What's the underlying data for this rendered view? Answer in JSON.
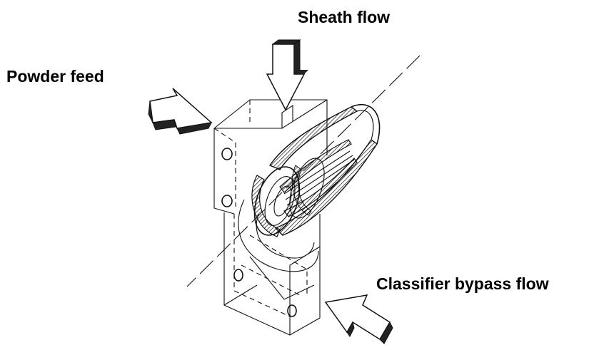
{
  "labels": {
    "sheath_flow": "Sheath flow",
    "powder_feed": "Powder feed",
    "classifier_bypass_flow": "Classifier bypass flow"
  },
  "icons": {
    "sheath_arrow": "down-arrow-icon",
    "powder_arrow": "right-arrow-icon",
    "bypass_arrow": "up-left-arrow-icon"
  },
  "colors": {
    "text": "#000000",
    "line": "#111111",
    "background": "#ffffff"
  }
}
